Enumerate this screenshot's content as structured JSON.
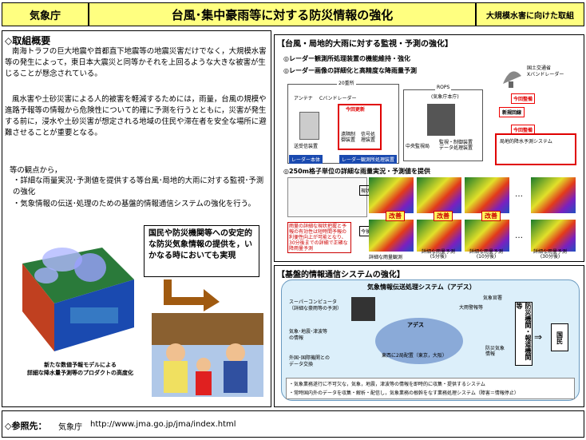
{
  "header": {
    "agency": "気象庁",
    "title": "台風･集中豪雨等に対する防災情報の強化",
    "tag": "大規模水害に向けた取組"
  },
  "left": {
    "section_title": "◇取組概要",
    "para1": "南海トラフの巨大地震や首都直下地震等の地震災害だけでなく，大規模水害等の発生によって，東日本大震災と同等かそれを上回るような大きな被害が生じることが懸念されている。",
    "para2": "風水害や土砂災害による人的被害を軽減するためには，雨量，台風の規模や進路予報等の情報から危険性について的確に予測を行うとともに，災害が発生する前に，浸水や土砂災害が想定される地域の住民や滞在者を安全な場所に避難させることが重要となる。",
    "para3": "等の観点から，",
    "bullets": [
      "・詳細な雨量実況･予測値を提供する等台風･局地的大雨に対する監視･予測の強化",
      "・気象情報の伝送･処理のための基盤的情報通信システムの強化を行う。"
    ],
    "callout": "国民や防災機関等への安定的な防災気象情報の提供を，いかなる時においても実現",
    "model_caption": "新たな数値予報モデルによる\n詳細な降水量予測等のプロダクトの高度化"
  },
  "right_top": {
    "title": "【台風・局地的大雨に対する監視・予測の強化】",
    "item1": "◎レーダー観測所処理装置の機能維持・強化",
    "item2": "◎レーダー画像の詳細化と高精度な降雨量予測",
    "site_label": "20重所",
    "antenna_label": "アンテナ",
    "band_label": "Cバンドレーダー",
    "radar_body": "レーダー本体",
    "radar_proc": "レーダー観測所処理装置",
    "tx_label": "送受信装置",
    "upd_label": "今回更新",
    "proc_label": "遠隔制御装置",
    "proc2_label": "信号処理装置",
    "rops": "ROPS",
    "hq": "(気象庁本庁)",
    "center_label": "中央監視局",
    "monitor_label": "監視・制御装置\nデータ処理装置",
    "new_line": "新規回線",
    "xband_org": "国土交通省",
    "xband": "Xバンドレーダー",
    "plan1": "今回整備",
    "plan2": "今回整備",
    "local_sys": "局地的降水予測システム",
    "grid_item": "◎250m格子単位の詳細な雨量実況・予測値を提供",
    "row_now": "現状",
    "row_future": "今後",
    "improve": [
      "改善",
      "改善",
      "改善"
    ],
    "note": "雨量の詳細な現状把握と予報の有効性は短時間予報の利便性向上が可能となり、30分後までの詳細で正確な降雨量予測",
    "cap_obs": "詳細な雨量観測",
    "cap_5": "詳細な雨量予測\n(5分後)",
    "cap_10": "詳細な雨量予測\n(10分後)",
    "cap_30": "詳細な雨量予測\n(30分後)",
    "dots": "…"
  },
  "right_bottom": {
    "title": "【基盤的情報通信システムの強化】",
    "system_title": "気象情報伝送処理システム（アデス）",
    "super": "スーパーコンピュータ\n（詳細な豪雨等の予測）",
    "input1": "気象･地震･津波等\nの情報",
    "input2": "外国･国際機関との\nデータ交換",
    "ades": "アデス",
    "sites": "東西に2局配置（東京，大阪）",
    "office1": "大雨警報等",
    "office2": "気象官署",
    "office3": "防災気象\n情報",
    "agencies": "防災機関・報道機関等",
    "public": "国民",
    "bullet1": "・気象業務遂行に不可欠な，気象，地震，津波等の情報を即時的に収集・提供するシステム",
    "bullet2": "・常時国内外のデータを収集・解析・配信し，気象業務の根幹をなす業務処理システム（障害＝情報停止）"
  },
  "footer": {
    "label": "◇参照先：",
    "org": "気象庁",
    "url": "http://www.jma.go.jp/jma/index.html"
  },
  "colors": {
    "header_bg": "#ffff80",
    "accent": "#e00000",
    "ades_bg": "#dceffa"
  }
}
